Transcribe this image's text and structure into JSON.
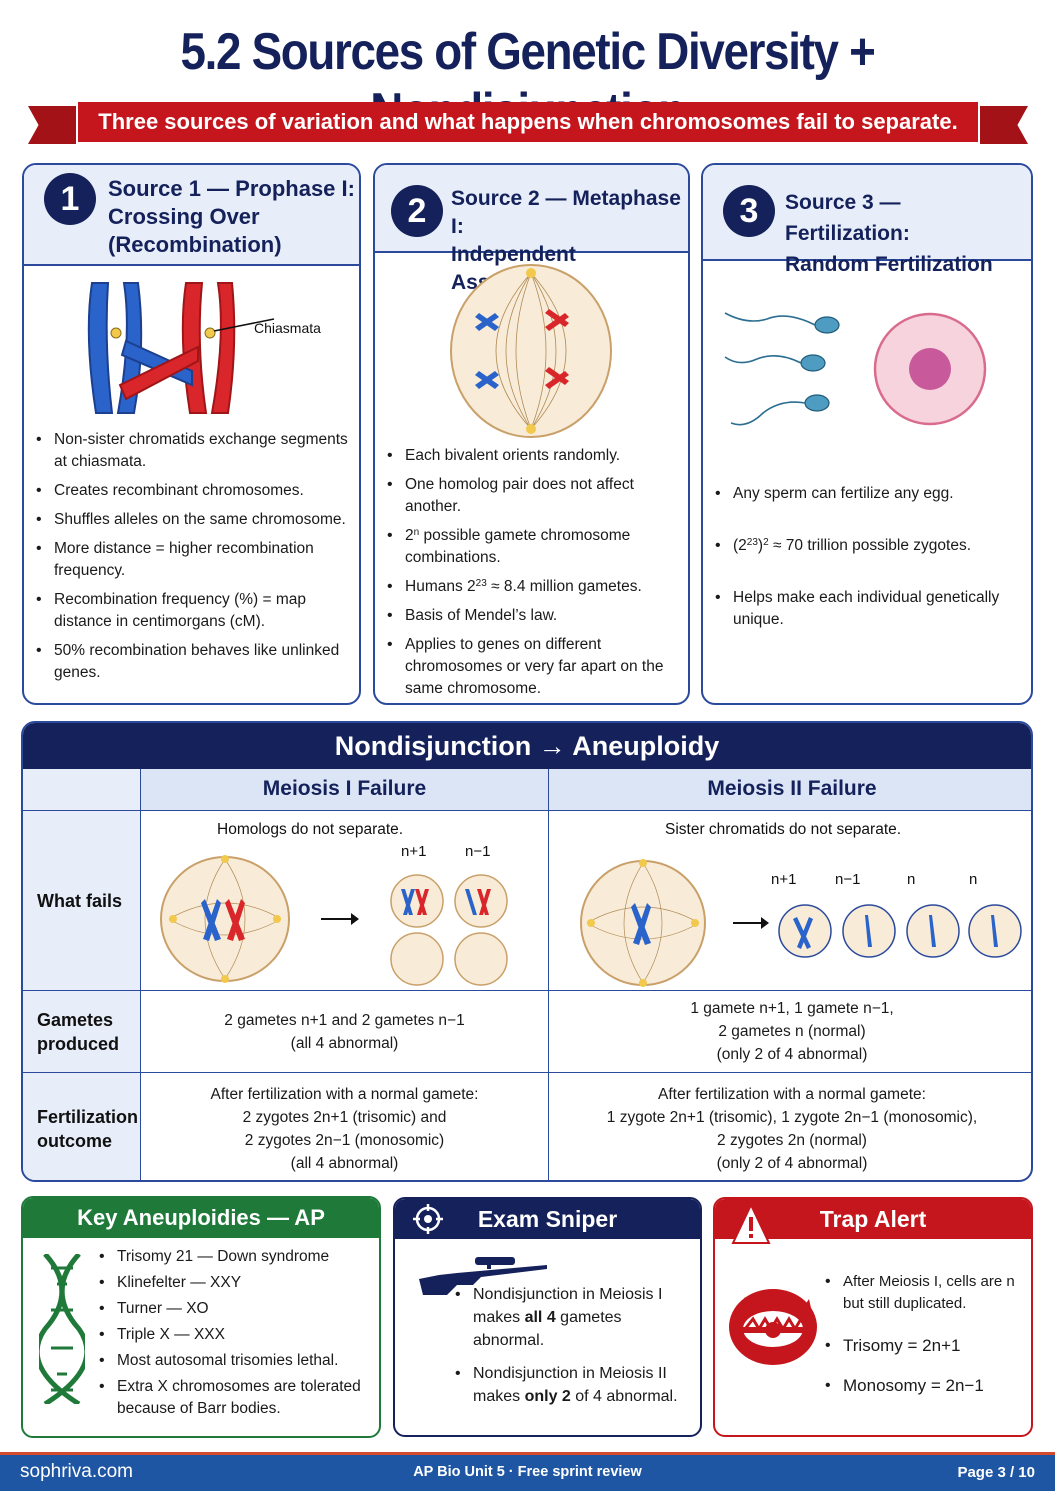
{
  "title": "5.2 Sources of Genetic Diversity + Nondisjunction",
  "subtitle": "Three sources of variation and what happens when chromosomes fail to separate.",
  "sources": [
    {
      "number": "1",
      "heading_line1": "Source 1 — Prophase I:",
      "heading_line2": "Crossing Over",
      "heading_line3": "(Recombination)",
      "figure_label": "Chiasmata",
      "bullets": [
        "Non-sister chromatids exchange segments at chiasmata.",
        "Creates recombinant chromosomes.",
        "Shuffles alleles on the same chromosome.",
        "More distance = higher recombination frequency.",
        "Recombination frequency (%) = map distance in centimorgans (cM).",
        "50% recombination behaves like unlinked genes."
      ]
    },
    {
      "number": "2",
      "heading_line1": "Source 2 — Metaphase I:",
      "heading_line2": "Independent Assortment",
      "bullets": [
        "Each bivalent orients randomly.",
        "One homolog pair does not affect another.",
        "possible gamete chromosome combinations.",
        "Humans",
        "≈ 8.4 million gametes.",
        "Basis of Mendel’s law.",
        "Applies to genes on different chromosomes or very far apart on the same chromosome."
      ],
      "base": "2",
      "exp_n": "n",
      "exp_23": "23"
    },
    {
      "number": "3",
      "heading_line1": "Source 3 — Fertilization:",
      "heading_line2": "Random Fertilization",
      "bullets": [
        "Any sperm can fertilize any egg.",
        "≈ 70 trillion possible zygotes.",
        "Helps make each individual genetically unique."
      ],
      "formula_base": "(2",
      "formula_exp": "23",
      "formula_close": ")",
      "formula_sq": "2"
    }
  ],
  "nondisjunction": {
    "heading": "Nondisjunction → Aneuploidy",
    "col_meiosis1": "Meiosis I Failure",
    "col_meiosis2": "Meiosis II Failure",
    "row_what_fails": "What fails",
    "row_gametes_line1": "Gametes",
    "row_gametes_line2": "produced",
    "row_fert_line1": "Fertilization",
    "row_fert_line2": "outcome",
    "m1_what": "Homologs do not separate.",
    "m2_what": "Sister chromatids do not separate.",
    "m1_labels": [
      "n+1",
      "n−1"
    ],
    "m2_labels": [
      "n+1",
      "n−1",
      "n",
      "n"
    ],
    "m1_gametes": [
      "2 gametes n+1 and 2 gametes n−1",
      "(all 4 abnormal)"
    ],
    "m2_gametes": [
      "1 gamete n+1, 1 gamete n−1,",
      "2 gametes n (normal)",
      "(only 2 of 4 abnormal)"
    ],
    "m1_fert": [
      "After fertilization with a normal gamete:",
      "2 zygotes 2n+1 (trisomic) and",
      "2 zygotes 2n−1 (monosomic)",
      "(all 4 abnormal)"
    ],
    "m2_fert": [
      "After fertilization with a normal gamete:",
      "1 zygote 2n+1 (trisomic), 1 zygote 2n−1 (monosomic),",
      "2 zygotes 2n (normal)",
      "(only 2 of 4 abnormal)"
    ]
  },
  "key_aneuploidies": {
    "heading": "Key Aneuploidies — AP Examples",
    "items": [
      "Trisomy 21 — Down syndrome",
      "Klinefelter — XXY",
      "Turner — XO",
      "Triple X — XXX",
      "Most autosomal trisomies lethal.",
      "Extra X chromosomes are tolerated because of Barr bodies."
    ]
  },
  "exam_sniper": {
    "heading": "Exam Sniper",
    "item1_pre": "Nondisjunction in Meiosis I makes ",
    "item1_bold": "all 4",
    "item1_post": " gametes abnormal.",
    "item2_pre": "Nondisjunction in Meiosis II makes ",
    "item2_bold": "only 2",
    "item2_post": " of 4 abnormal."
  },
  "trap_alert": {
    "heading": "Trap Alert",
    "items": [
      "After Meiosis I, cells are n but still duplicated.",
      "Trisomy = 2n+1",
      "Monosomy = 2n−1"
    ]
  },
  "footer": {
    "site": "sophriva.com",
    "center": "AP Bio Unit 5  ·  Free sprint review",
    "page": "Page 3 / 10"
  },
  "colors": {
    "navy": "#14215a",
    "red": "#c4161c",
    "blue_chromosome": "#2a63c9",
    "green": "#1f7a3a"
  }
}
